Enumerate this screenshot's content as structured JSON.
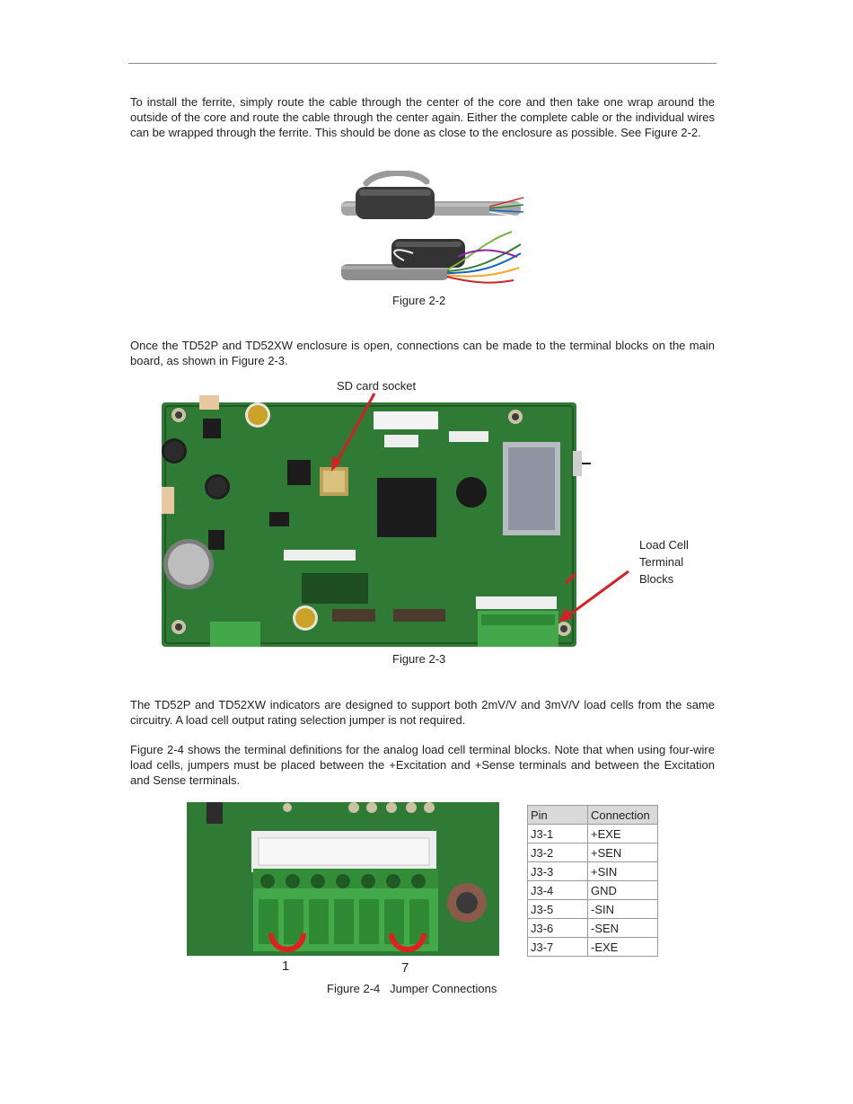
{
  "paragraphs": {
    "ferrite": "To install the ferrite, simply route the cable through the center of the core and then take one wrap around the outside of the core and route the cable through the center again. Either the complete cable or the individual wires can be wrapped through the ferrite. This should be done as close to the enclosure as possible. See Figure 2-2.",
    "enclosure": "Once the TD52P and TD52XW enclosure is open, connections can be made to the terminal blocks on the main board, as shown in Figure 2-3.",
    "loadcell": "The TD52P and TD52XW indicators are designed to support both 2mV/V and 3mV/V load cells from the same circuitry. A load cell output rating selection jumper is not required.",
    "terminals": "Figure 2-4 shows the terminal definitions for the analog load cell terminal blocks. Note that when using four-wire load cells, jumpers must be placed between the +Excitation and +Sense terminals and between the Excitation and Sense terminals."
  },
  "figures": {
    "fig22_caption": "Figure 2-2",
    "fig23_caption": "Figure 2-3",
    "fig24_caption": "Figure 2-4   Jumper Connections"
  },
  "board_callouts": {
    "sd_card": "SD card socket",
    "load_cell_line1": "Load Cell",
    "load_cell_line2": "Terminal",
    "load_cell_line3": "Blocks"
  },
  "jumper_photo": {
    "pin_first": "1",
    "pin_last": "7"
  },
  "pin_table": {
    "headers": [
      "Pin",
      "Connection"
    ],
    "rows": [
      [
        "J3-1",
        "+EXE"
      ],
      [
        "J3-2",
        "+SEN"
      ],
      [
        "J3-3",
        "+SIN"
      ],
      [
        "J3-4",
        "GND"
      ],
      [
        "J3-5",
        "-SIN"
      ],
      [
        "J3-6",
        "-SEN"
      ],
      [
        "J3-7",
        "-EXE"
      ]
    ]
  },
  "colors": {
    "pcb_green": "#2f7a34",
    "terminal_green": "#43a84a",
    "callout_red": "#d61f26"
  }
}
